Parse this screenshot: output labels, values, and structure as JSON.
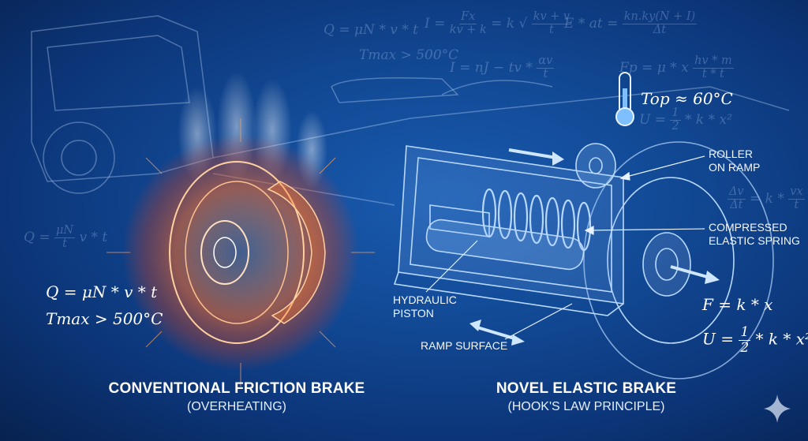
{
  "background_equations": {
    "q_top": "Q = μN * v * t",
    "tmax_top": "Tmax > 500°C",
    "i_eq_lhs": "I =",
    "i_eq_num": "Fx",
    "i_eq_den": "kv + k",
    "i_eq_mid": "= k √",
    "i_eq_rnum": "kv + v",
    "i_eq_rden": "t",
    "i2_lhs": "I = nJ − tv *",
    "i2_num": "αv",
    "i2_den": "t",
    "e_lhs": "E * at =",
    "e_num": "kn.ky(N + I)",
    "e_den": "Δt",
    "fp_lhs": "Fp = μ * x",
    "fp_num": "hv * m",
    "fp_den": "t * t",
    "u_faint_lhs": "U =",
    "u_faint_rhs": "* k * x²",
    "q_left_lhs": "Q =",
    "q_left_num": "μN",
    "q_left_den": "t",
    "q_left_rhs": "v * t",
    "dv_num": "Δv",
    "dv_den": "Δt",
    "dv_mid": "= k *",
    "dv_rnum": "vx",
    "dv_rden": "t",
    "half_num": "1",
    "half_den": "2"
  },
  "left_panel": {
    "eq_q": "Q = μN * v * t",
    "eq_tmax": "Tmax > 500°C",
    "title": "CONVENTIONAL FRICTION BRAKE",
    "subtitle": "(OVERHEATING)"
  },
  "right_panel": {
    "temp": "Top ≈ 60°C",
    "eq_f": "F = k * x",
    "eq_u_lhs": "U =",
    "eq_u_rhs": "* k * x²",
    "half_num": "1",
    "half_den": "2",
    "title": "NOVEL ELASTIC BRAKE",
    "subtitle": "(HOOK'S LAW PRINCIPLE)"
  },
  "labels": {
    "roller": [
      "ROLLER",
      "ON RAMP"
    ],
    "spring": [
      "COMPRESSED",
      "ELASTIC SPRING"
    ],
    "piston": [
      "HYDRAULIC",
      "PISTON"
    ],
    "ramp": "RAMP SURFACE"
  },
  "colors": {
    "hot": "#ff5a1f",
    "line": "#b8d8ff",
    "bg": "#124a96"
  }
}
